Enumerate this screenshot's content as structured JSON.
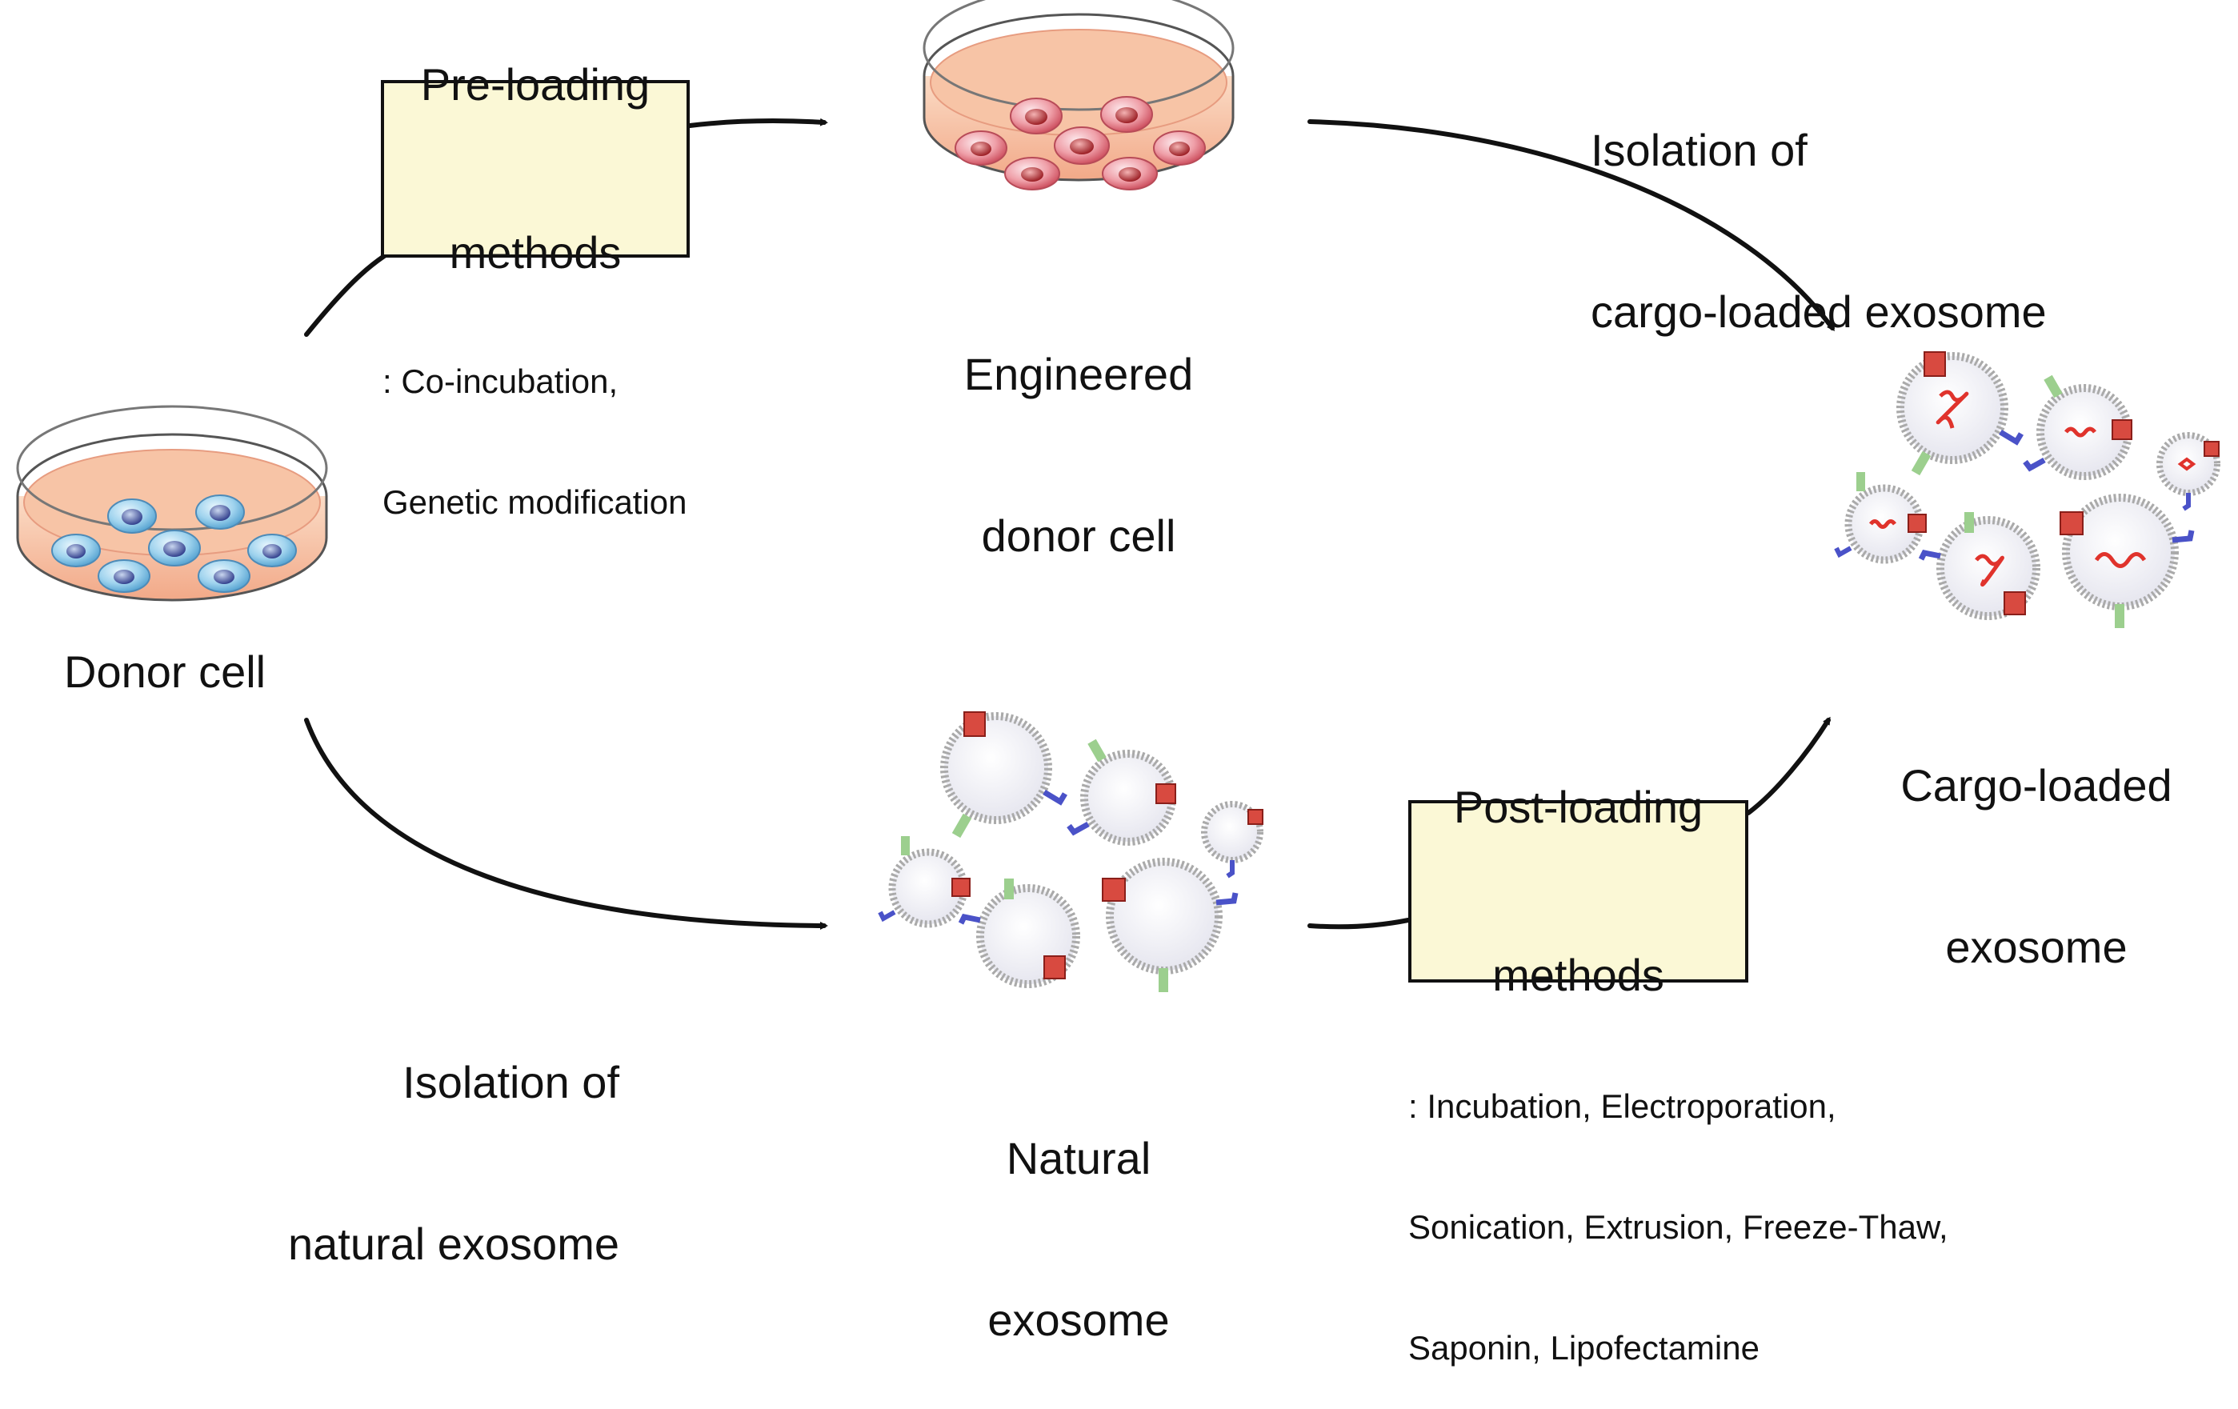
{
  "donor_cell": {
    "label": "Donor cell"
  },
  "engineered_cell": {
    "label_line1": "Engineered",
    "label_line2": "donor cell"
  },
  "natural_exosome": {
    "label_line1": "Natural",
    "label_line2": "exosome"
  },
  "cargo_exosome": {
    "label_line1": "Cargo-loaded",
    "label_line2": "exosome"
  },
  "pre_loading": {
    "box_line1": "Pre-loading",
    "box_line2": "methods",
    "detail_line1": ": Co-incubation,",
    "detail_line2": "Genetic modification"
  },
  "post_loading": {
    "box_line1": "Post-loading",
    "box_line2": "methods",
    "detail_line1": ": Incubation, Electroporation,",
    "detail_line2": "Sonication, Extrusion, Freeze-Thaw,",
    "detail_line3": "Saponin, Lipofectamine"
  },
  "isolation_cargo": {
    "line1": "Isolation of",
    "line2": "cargo-loaded exosome"
  },
  "isolation_natural": {
    "line1": "Isolation of",
    "line2": "natural exosome"
  },
  "colors": {
    "box_fill": "#fbf8d6",
    "donor_cell_fill": "#8ecbe8",
    "engineered_cell_fill": "#e5808a",
    "dish_medium": "#f6c6a6",
    "cargo_red": "#e0332c",
    "receptor_blue": "#4a52c8",
    "receptor_green": "#9ccf8e"
  }
}
